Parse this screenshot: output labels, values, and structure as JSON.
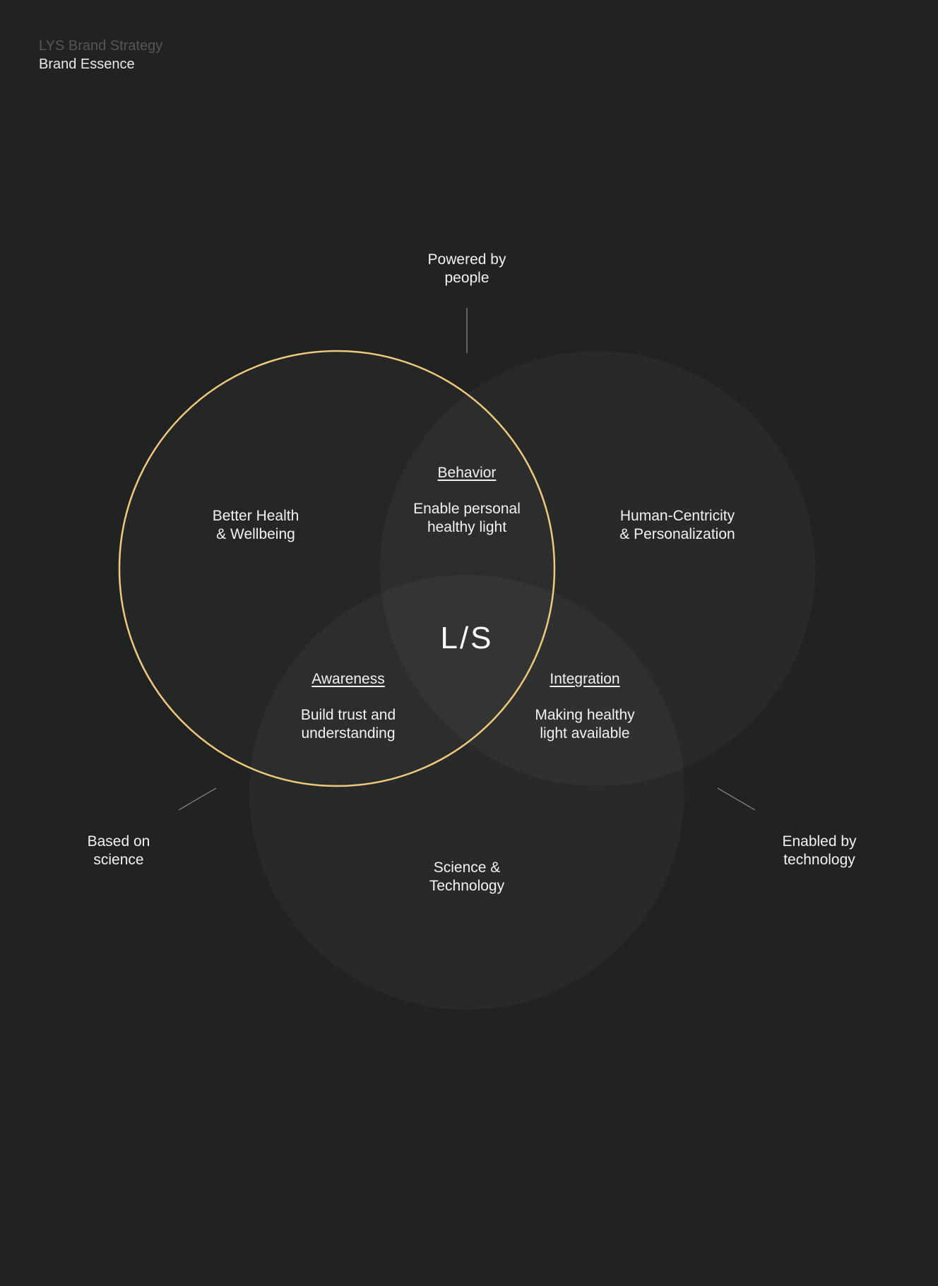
{
  "header": {
    "doc_title": "LYS Brand Strategy",
    "section_title": "Brand Essence"
  },
  "logo": "L/S",
  "colors": {
    "background": "#212222",
    "highlight_circle": "#f1c97c",
    "circle_fill": "#2a2a2b",
    "text": "#f2f2f2",
    "connector": "#8a8a8a"
  },
  "outer_labels": {
    "top": [
      "Powered by",
      "people"
    ],
    "left": [
      "Based on",
      "science"
    ],
    "right": [
      "Enabled by",
      "technology"
    ]
  },
  "circles": {
    "left": [
      "Better Health",
      "& Wellbeing"
    ],
    "right": [
      "Human-Centricity",
      "& Personalization"
    ],
    "bottom": [
      "Science &",
      "Technology"
    ]
  },
  "intersections": {
    "behavior": {
      "heading": "Behavior",
      "lines": [
        "Enable personal",
        "healthy light"
      ]
    },
    "awareness": {
      "heading": "Awareness",
      "lines": [
        "Build trust and",
        "understanding"
      ]
    },
    "integration": {
      "heading": "Integration",
      "lines": [
        "Making healthy",
        "light available"
      ]
    }
  }
}
